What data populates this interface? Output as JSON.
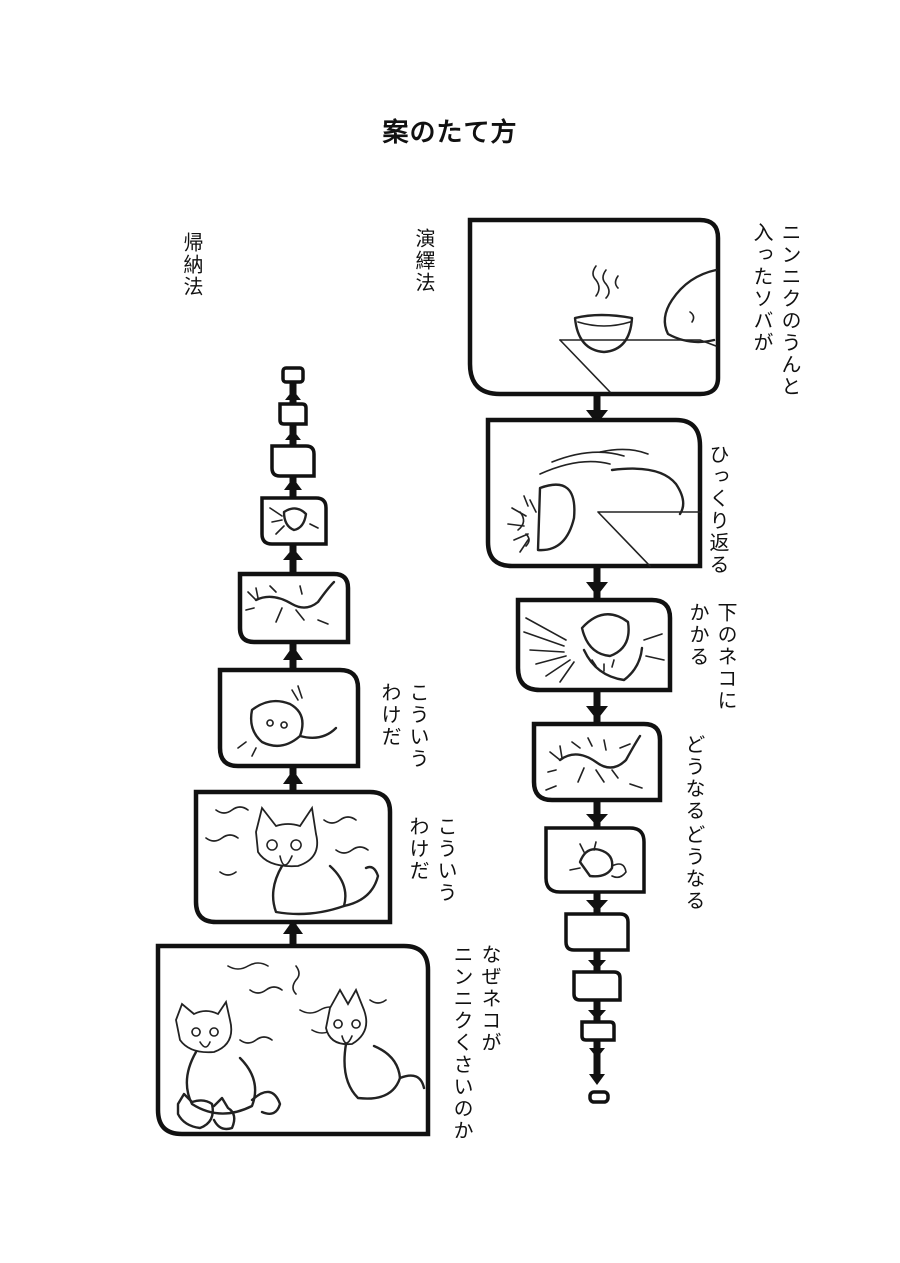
{
  "page_title": "案のたて方",
  "columns": {
    "inductive": {
      "label": "帰納法"
    },
    "deductive": {
      "label": "演繹法"
    }
  },
  "deductive_captions": {
    "c1": "ニンニクのうんと\n入ったソバが",
    "c2": "ひっくり返る",
    "c3": "下のネコに\nかかる",
    "c4": "どうなる",
    "c5": "どうなる"
  },
  "inductive_captions": {
    "c1": "なぜネコが\nニンニクくさいのか",
    "c2": "こういう\nわけだ",
    "c3": "こういう\nわけだ"
  },
  "icons": {
    "flow_arrow": "arrow-icon",
    "noodle_bowl": "bowl-icon",
    "cat": "cat-icon"
  }
}
